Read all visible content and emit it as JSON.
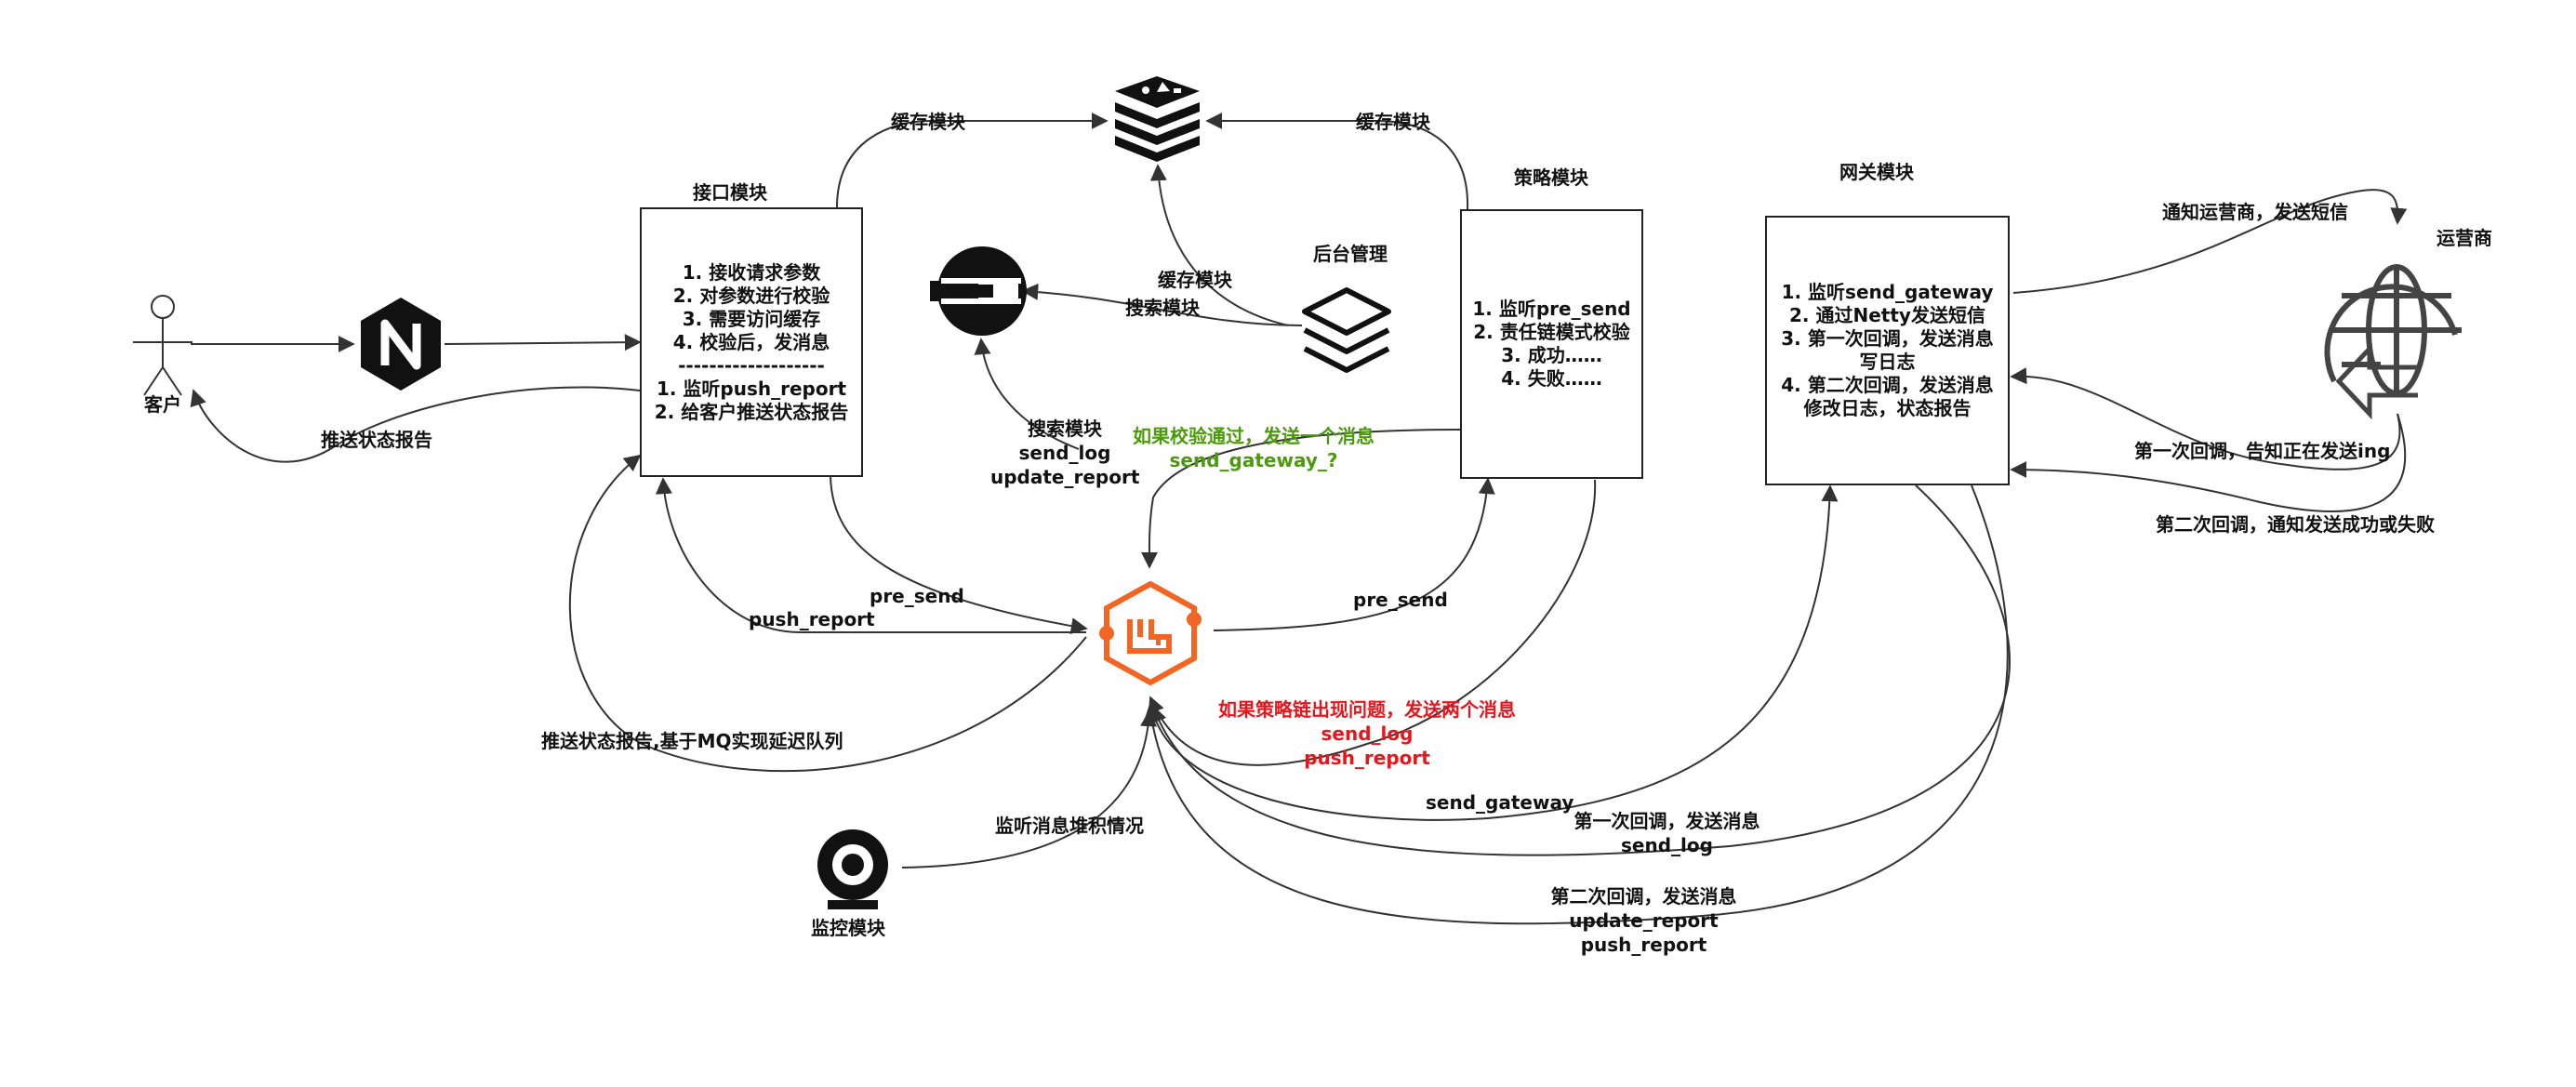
{
  "actors": {
    "customer": "客户",
    "operator": "运营商",
    "monitor": "监控模块",
    "backend": "后台管理"
  },
  "modules": {
    "interface": {
      "title": "接口模块",
      "lines": [
        "1. 接收请求参数",
        "2. 对参数进行校验",
        "3. 需要访问缓存",
        "4. 校验后，发消息",
        "-------------------",
        "1. 监听push_report",
        "2. 给客户推送状态报告"
      ]
    },
    "strategy": {
      "title": "策略模块",
      "lines": [
        "1. 监听pre_send",
        "2. 责任链模式校验",
        "3. 成功……",
        "4. 失败……"
      ]
    },
    "gateway": {
      "title": "网关模块",
      "lines": [
        "1. 监听send_gateway",
        "2. 通过Netty发送短信",
        "3. 第一次回调，发送消息",
        "写日志",
        "4. 第二次回调，发送消息",
        "修改日志，状态报告"
      ]
    }
  },
  "edges": {
    "push_status": "推送状态报告",
    "cache_left": "缓存模块",
    "cache_right": "缓存模块",
    "backend_cache": "缓存模块",
    "backend_search": "搜索模块",
    "search_queue": [
      "搜索模块",
      "send_log",
      "update_report"
    ],
    "pass_msg": [
      "如果校验通过，发送一个消息",
      "send_gateway_?"
    ],
    "pre_send_left": "pre_send",
    "push_report": "push_report",
    "pre_send_right": "pre_send",
    "delay_queue": "推送状态报告,基于MQ实现延迟队列",
    "fail_msg": [
      "如果策略链出现问题，发送两个消息",
      "send_log",
      "push_report"
    ],
    "send_gateway": "send_gateway",
    "first_callback_msg": [
      "第一次回调，发送消息",
      "send_log"
    ],
    "second_callback_msg": [
      "第二次回调，发送消息",
      "update_report",
      "push_report"
    ],
    "monitor_queue": "监听消息堆积情况",
    "notify_operator": "通知运营商，发送短信",
    "first_callback": "第一次回调，告知正在发送ing",
    "second_callback": "第二次回调，通知发送成功或失败"
  },
  "colors": {
    "rabbitmq": "#f26522",
    "green_text": "#4a9a0a",
    "red_text": "#e8161c",
    "line": "#333333"
  }
}
